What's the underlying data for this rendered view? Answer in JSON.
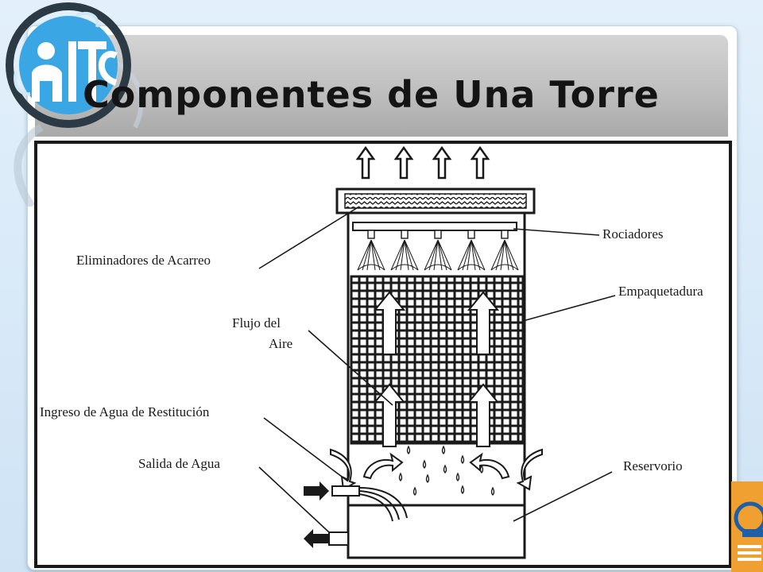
{
  "slide": {
    "title": "Componentes de Una Torre"
  },
  "diagram": {
    "labels": {
      "eliminadores": "Eliminadores de Acarreo",
      "rociadores": "Rociadores",
      "empaquetadura": "Empaquetadura",
      "flujo_line1": "Flujo del",
      "flujo_line2": "Aire",
      "ingreso": "Ingreso de Agua de Restitución",
      "salida": "Salida de Agua",
      "reservorio": "Reservorio"
    }
  },
  "colors": {
    "background": "#d6e9f8",
    "title_band": "#bdbdbd",
    "logo_blue": "#3aa6e3",
    "logo_dark": "#2b3a44",
    "badge_orange": "#f0a030"
  },
  "icons": {
    "logo": "itc-logo-icon",
    "badge": "partner-badge-icon"
  }
}
